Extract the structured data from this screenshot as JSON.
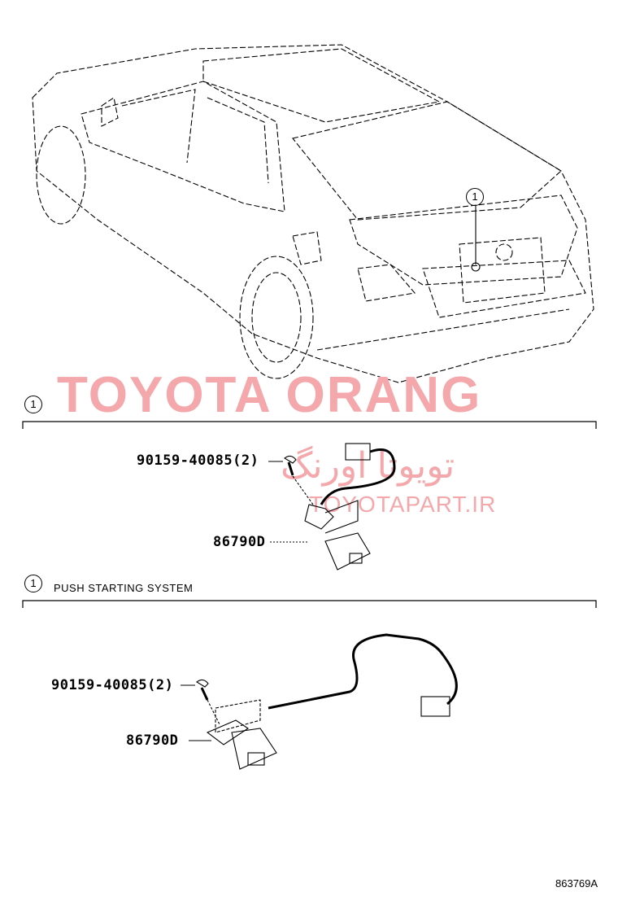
{
  "callout_number": "1",
  "watermarks": {
    "main": "TOYOTA ORANG",
    "persian": "تویوتا اورنگ",
    "site": "TOYOTAPART.IR"
  },
  "section1": {
    "callout": "1",
    "parts": [
      {
        "number": "90159-40085",
        "qty": "(2)"
      },
      {
        "number": "86790D"
      }
    ]
  },
  "section2": {
    "callout": "1",
    "note": "PUSH STARTING SYSTEM",
    "parts": [
      {
        "number": "90159-40085",
        "qty": "(2)"
      },
      {
        "number": "86790D"
      }
    ]
  },
  "illustration_code": "863769A"
}
